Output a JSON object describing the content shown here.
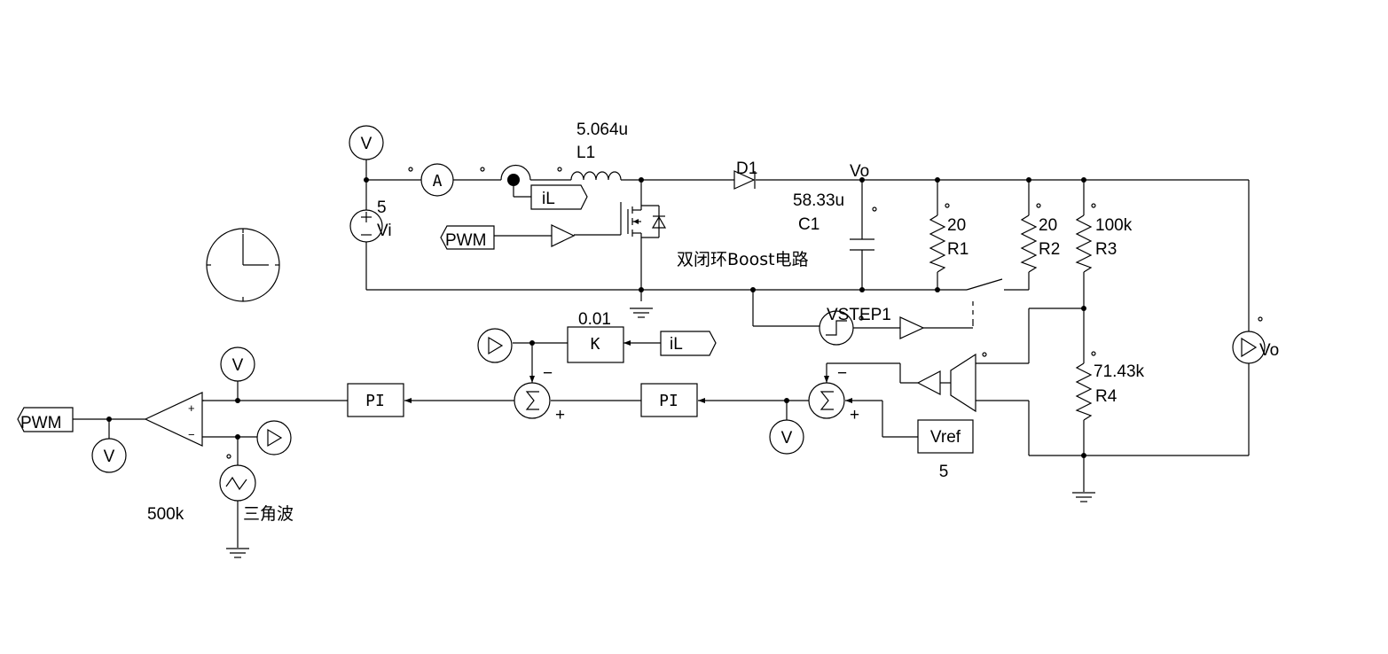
{
  "title": "双闭环Boost电路",
  "source": {
    "name": "Vi",
    "value": "5"
  },
  "inductor": {
    "name": "L1",
    "value": "5.064u"
  },
  "diode": {
    "name": "D1"
  },
  "capacitor": {
    "name": "C1",
    "value": "58.33u"
  },
  "output_node": "Vo",
  "resistors": [
    {
      "name": "R1",
      "value": "20"
    },
    {
      "name": "R2",
      "value": "20"
    },
    {
      "name": "R3",
      "value": "100k"
    },
    {
      "name": "R4",
      "value": "71.43k"
    }
  ],
  "step_source": "VSTEP1",
  "gain_block": {
    "label": "K",
    "value": "0.01"
  },
  "pi_label": "PI",
  "current_label": "iL",
  "pwm_label": "PWM",
  "voltmeter_label": "V",
  "ammeter_label": "A",
  "probe_vo_label": "Vo",
  "reference": {
    "label": "Vref",
    "value": "5"
  },
  "carrier": {
    "name": "三角波",
    "frequency": "500k"
  },
  "sum_signs": {
    "plus": "+",
    "minus": "−"
  },
  "comparator_signs": {
    "plus": "+",
    "minus": "−"
  }
}
